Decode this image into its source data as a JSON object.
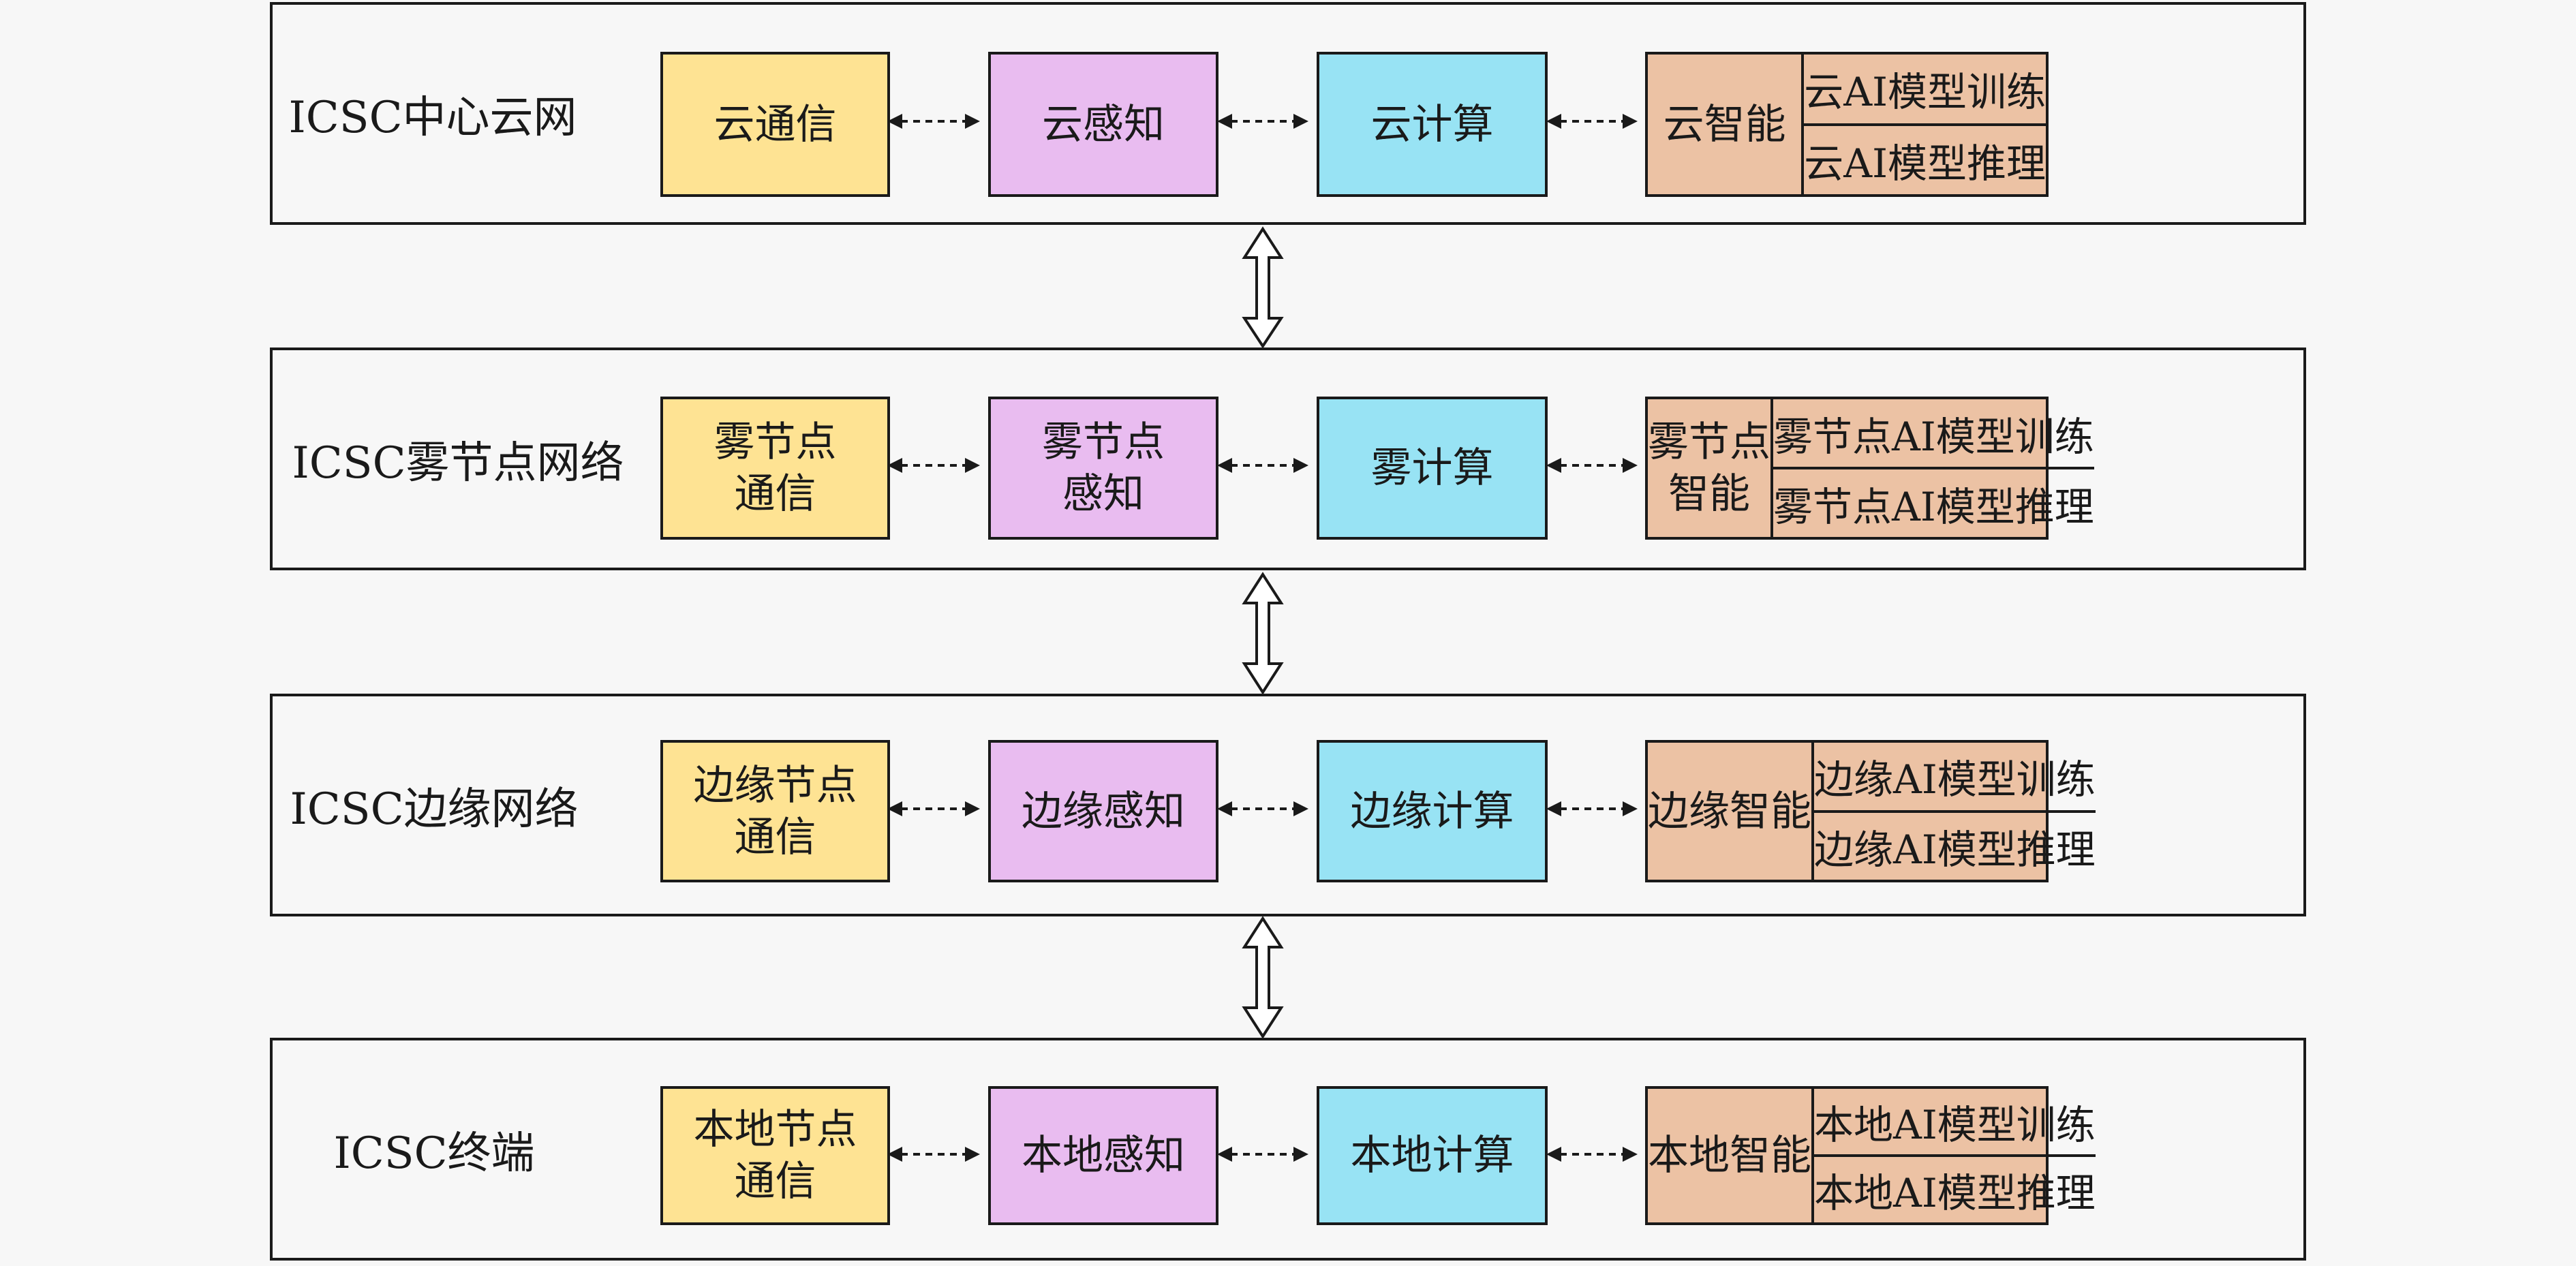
{
  "layers": [
    {
      "label": "ICSC中心云网",
      "comm": [
        "云通信"
      ],
      "sense": [
        "云感知"
      ],
      "comp": [
        "云计算"
      ],
      "intel": [
        "云智能"
      ],
      "train": "云AI模型训练",
      "infer": "云AI模型推理"
    },
    {
      "label": "ICSC雾节点网络",
      "comm": [
        "雾节点",
        "通信"
      ],
      "sense": [
        "雾节点",
        "感知"
      ],
      "comp": [
        "雾计算"
      ],
      "intel": [
        "雾节点",
        "智能"
      ],
      "train": "雾节点AI模型训练",
      "infer": "雾节点AI模型推理"
    },
    {
      "label": "ICSC边缘网络",
      "comm": [
        "边缘节点",
        "通信"
      ],
      "sense": [
        "边缘感知"
      ],
      "comp": [
        "边缘计算"
      ],
      "intel": [
        "边缘智能"
      ],
      "train": "边缘AI模型训练",
      "infer": "边缘AI模型推理"
    },
    {
      "label": "ICSC终端",
      "comm": [
        "本地节点",
        "通信"
      ],
      "sense": [
        "本地感知"
      ],
      "comp": [
        "本地计算"
      ],
      "intel": [
        "本地智能"
      ],
      "train": "本地AI模型训练",
      "infer": "本地AI模型推理"
    }
  ],
  "colors": {
    "communication": "#fee393",
    "perception": "#e9bcf0",
    "computing": "#98e3f4",
    "intelligence": "#ecc2a4",
    "line": "#1a1a1a",
    "background": "#f7f7f7"
  }
}
